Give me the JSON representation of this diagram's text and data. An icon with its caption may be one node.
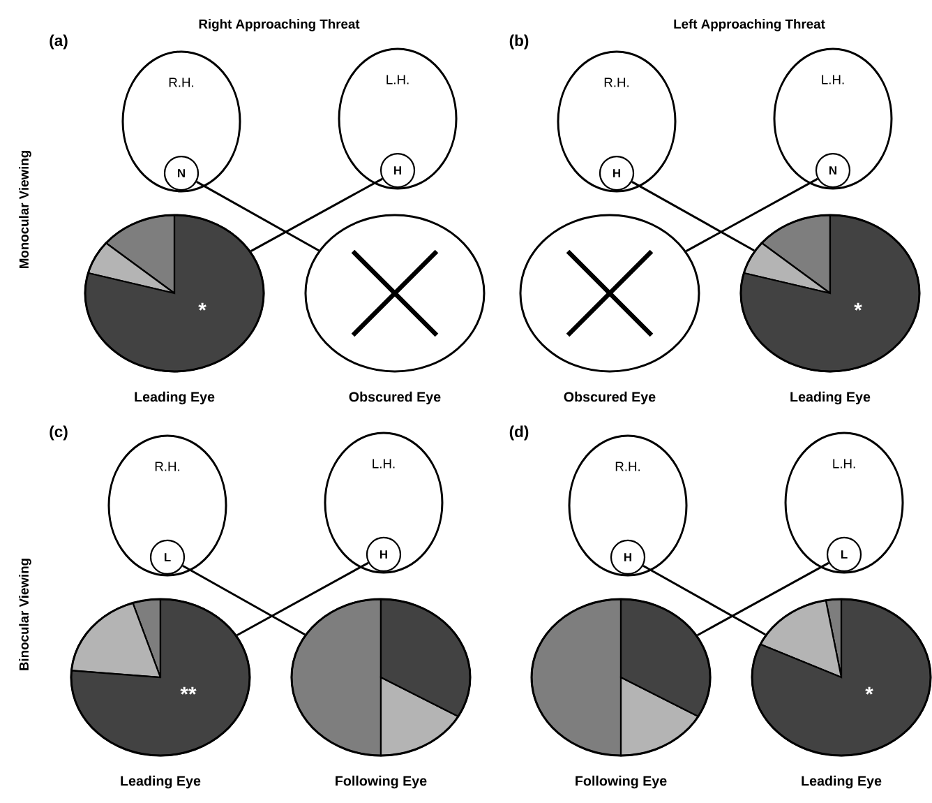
{
  "diagram": {
    "nodes": [
      {
        "text": [
          "R.H."
        ]
      },
      {
        "text": [
          "N"
        ],
        "in": 0
      },
      {
        "text": [
          "L.H."
        ]
      },
      {
        "text": [
          "H"
        ],
        "in": 2
      },
      {
        "text": [
          "*"
        ],
        "beside": [
          "Leading Eye"
        ]
      },
      {
        "text": [],
        "shape": "circle",
        "beside": [
          "Obscured Eye"
        ]
      },
      {
        "text": [
          "R.H."
        ]
      },
      {
        "text": [
          "H"
        ],
        "in": 6
      },
      {
        "text": [
          "L.H."
        ]
      },
      {
        "text": [
          "N"
        ],
        "in": 8
      },
      {
        "text": [],
        "shape": "circle",
        "beside": [
          "Obscured Eye"
        ]
      },
      {
        "text": [
          "*"
        ],
        "beside": [
          "Leading Eye"
        ]
      },
      {
        "text": [
          "R.H."
        ]
      },
      {
        "text": [
          "L"
        ],
        "in": 12
      },
      {
        "text": [
          "L.H."
        ]
      },
      {
        "text": [
          "H"
        ],
        "in": 14
      },
      {
        "text": [
          "**"
        ],
        "beside": [
          "Leading Eye"
        ]
      },
      {
        "text": [],
        "shape": "circle",
        "beside": [
          "Following Eye"
        ]
      },
      {
        "text": [
          "R.H."
        ]
      },
      {
        "text": [
          "H"
        ],
        "in": 18
      },
      {
        "text": [
          "L.H."
        ]
      },
      {
        "text": [
          "L"
        ],
        "in": 20
      },
      {
        "text": [],
        "shape": "circle",
        "beside": [
          "Following Eye"
        ]
      },
      {
        "text": [
          "*"
        ],
        "beside": [
          "Leading Eye"
        ]
      }
    ],
    "edges": [
      {
        "from": 1,
        "to": 5,
        "arrow": "none"
      },
      {
        "from": 3,
        "to": 4,
        "arrow": "none"
      },
      {
        "from": 7,
        "to": 11,
        "arrow": "none"
      },
      {
        "from": 9,
        "to": 10,
        "arrow": "none"
      },
      {
        "from": 13,
        "to": 17,
        "arrow": "none"
      },
      {
        "from": 15,
        "to": 16,
        "arrow": "none"
      },
      {
        "from": 19,
        "to": 23,
        "arrow": "none"
      },
      {
        "from": 21,
        "to": 22,
        "arrow": "none"
      }
    ],
    "labels": [
      "Right Approaching Threat",
      "Left Approaching Threat",
      "(a)",
      "(b)",
      "Monocular Viewing",
      "(c)",
      "(d)",
      "Binocular Viewing"
    ]
  }
}
